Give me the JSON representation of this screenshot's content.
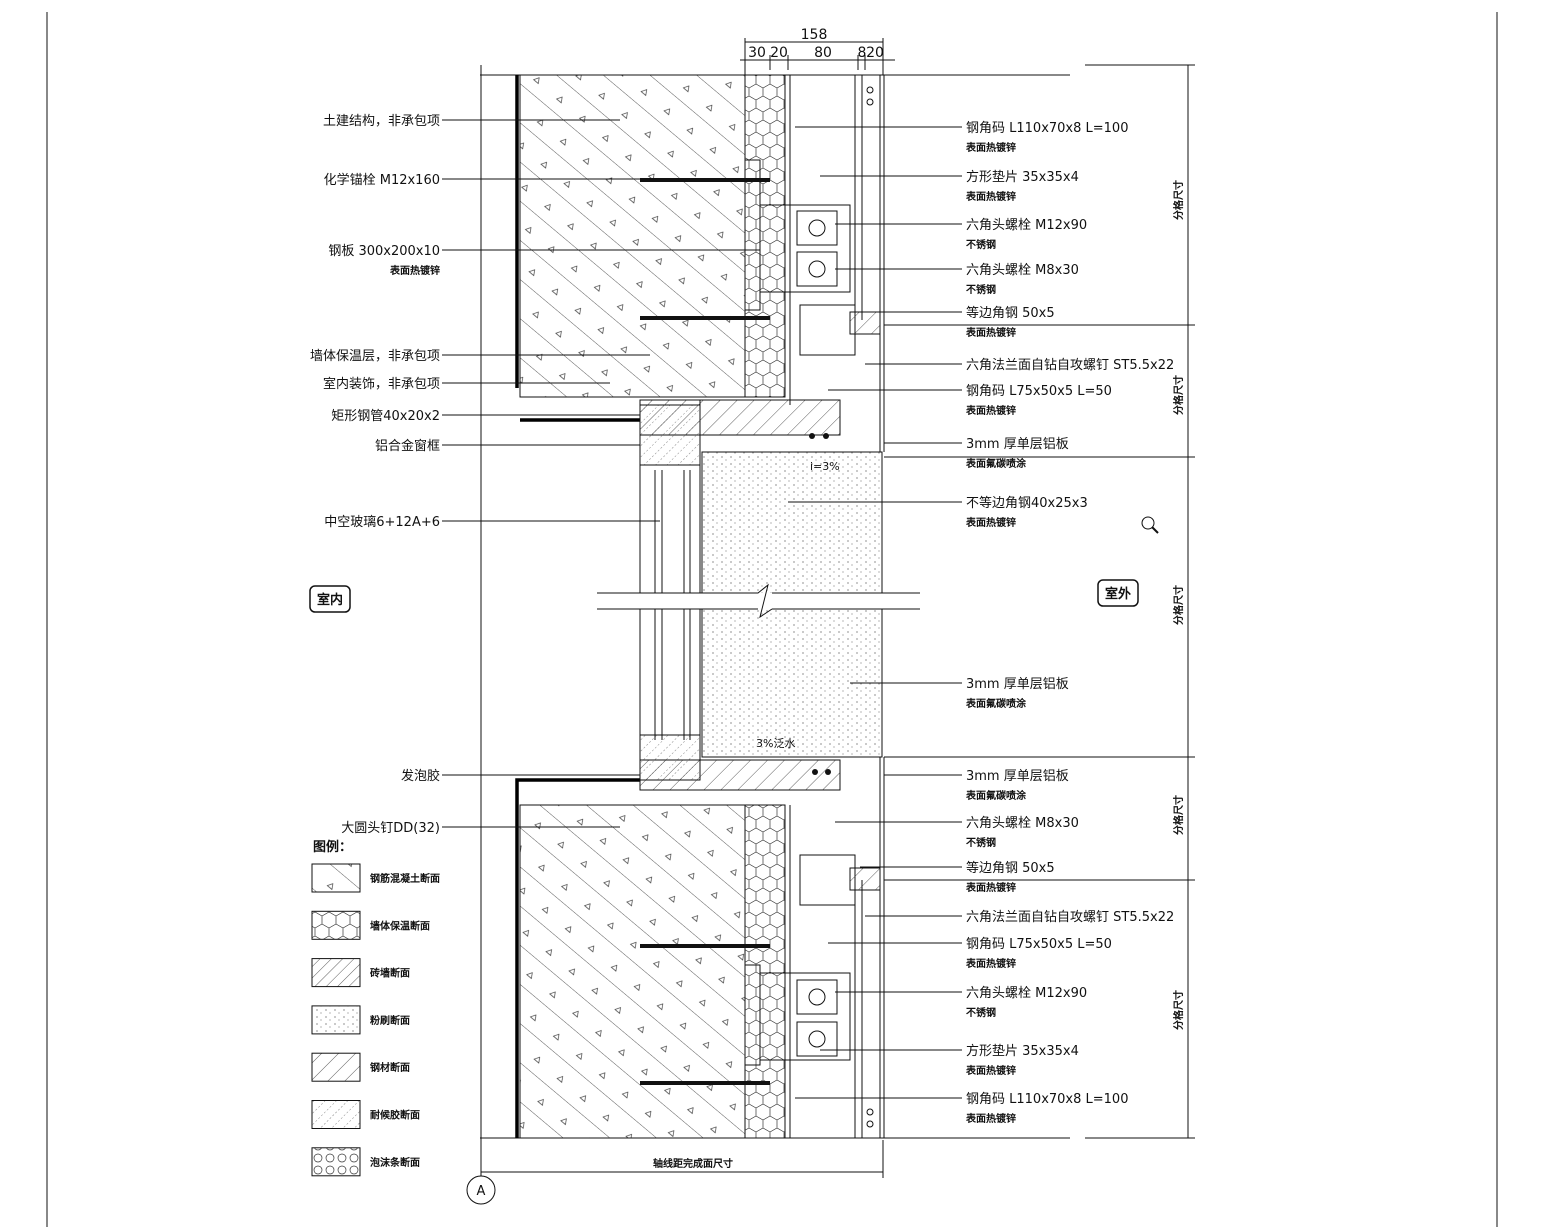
{
  "dimensions": {
    "total": "158",
    "parts": [
      "30",
      "20",
      "80",
      "8",
      "20"
    ],
    "bottom": "轴线距完成面尺寸",
    "grid": "分格尺寸",
    "axis": "A"
  },
  "zones": {
    "indoor": "室内",
    "outdoor": "室外"
  },
  "slopes": {
    "top": "i=3%",
    "bottom": "3%泛水"
  },
  "left_labels": [
    {
      "main": "土建结构，非承包项"
    },
    {
      "main": "化学锚栓 M12x160"
    },
    {
      "main": "钢板 300x200x10",
      "sub": "表面热镀锌"
    },
    {
      "main": "墙体保温层，非承包项"
    },
    {
      "main": "室内装饰，非承包项"
    },
    {
      "main": "矩形钢管40x20x2"
    },
    {
      "main": "铝合金窗框"
    },
    {
      "main": "中空玻璃6+12A+6"
    },
    {
      "main": "发泡胶"
    },
    {
      "main": "大圆头钉DD(32)"
    }
  ],
  "right_labels": [
    {
      "main": "钢角码 L110x70x8 L=100",
      "sub": "表面热镀锌"
    },
    {
      "main": "方形垫片 35x35x4",
      "sub": "表面热镀锌"
    },
    {
      "main": "六角头螺栓 M12x90",
      "sub": "不锈钢"
    },
    {
      "main": "六角头螺栓 M8x30",
      "sub": "不锈钢"
    },
    {
      "main": "等边角钢 50x5",
      "sub": "表面热镀锌"
    },
    {
      "main": "六角法兰面自钻自攻螺钉 ST5.5x22"
    },
    {
      "main": "钢角码 L75x50x5 L=50",
      "sub": "表面热镀锌"
    },
    {
      "main": "3mm 厚单层铝板",
      "sub": "表面氟碳喷涂"
    },
    {
      "main": "不等边角钢40x25x3",
      "sub": "表面热镀锌"
    },
    {
      "main": "3mm 厚单层铝板",
      "sub": "表面氟碳喷涂"
    },
    {
      "main": "3mm 厚单层铝板",
      "sub": "表面氟碳喷涂"
    },
    {
      "main": "六角头螺栓 M8x30",
      "sub": "不锈钢"
    },
    {
      "main": "等边角钢 50x5",
      "sub": "表面热镀锌"
    },
    {
      "main": "六角法兰面自钻自攻螺钉 ST5.5x22"
    },
    {
      "main": "钢角码 L75x50x5 L=50",
      "sub": "表面热镀锌"
    },
    {
      "main": "六角头螺栓 M12x90",
      "sub": "不锈钢"
    },
    {
      "main": "方形垫片 35x35x4",
      "sub": "表面热镀锌"
    },
    {
      "main": "钢角码 L110x70x8 L=100",
      "sub": "表面热镀锌"
    }
  ],
  "legend": {
    "title": "图例：",
    "items": [
      {
        "label": "钢筋混凝土断面",
        "pattern": "concrete"
      },
      {
        "label": "墙体保温断面",
        "pattern": "hex"
      },
      {
        "label": "砖墙断面",
        "pattern": "brick"
      },
      {
        "label": "粉刷断面",
        "pattern": "dots"
      },
      {
        "label": "钢材断面",
        "pattern": "steel"
      },
      {
        "label": "耐候胶断面",
        "pattern": "sealant"
      },
      {
        "label": "泡沫条断面",
        "pattern": "foam"
      }
    ]
  }
}
